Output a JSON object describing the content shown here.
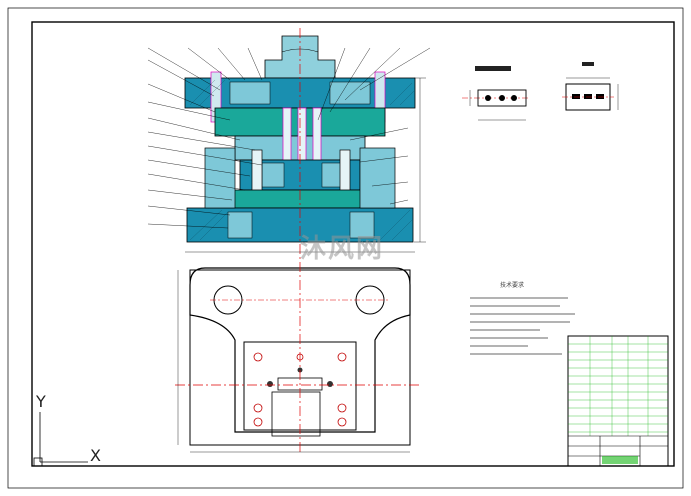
{
  "drawing": {
    "watermark": "沐风网",
    "ucs": {
      "y_label": "Y",
      "x_label": "X"
    },
    "tech_requirements": {
      "title": "技术要求"
    },
    "colors": {
      "outline": "#000000",
      "body_fill": "#1a8fb0",
      "light_fill": "#7ec8d8",
      "teal": "#1aa89a",
      "magenta": "#e000c0",
      "center_red": "#e00000",
      "green_line": "#00a000",
      "title_green": "#00b000"
    }
  }
}
